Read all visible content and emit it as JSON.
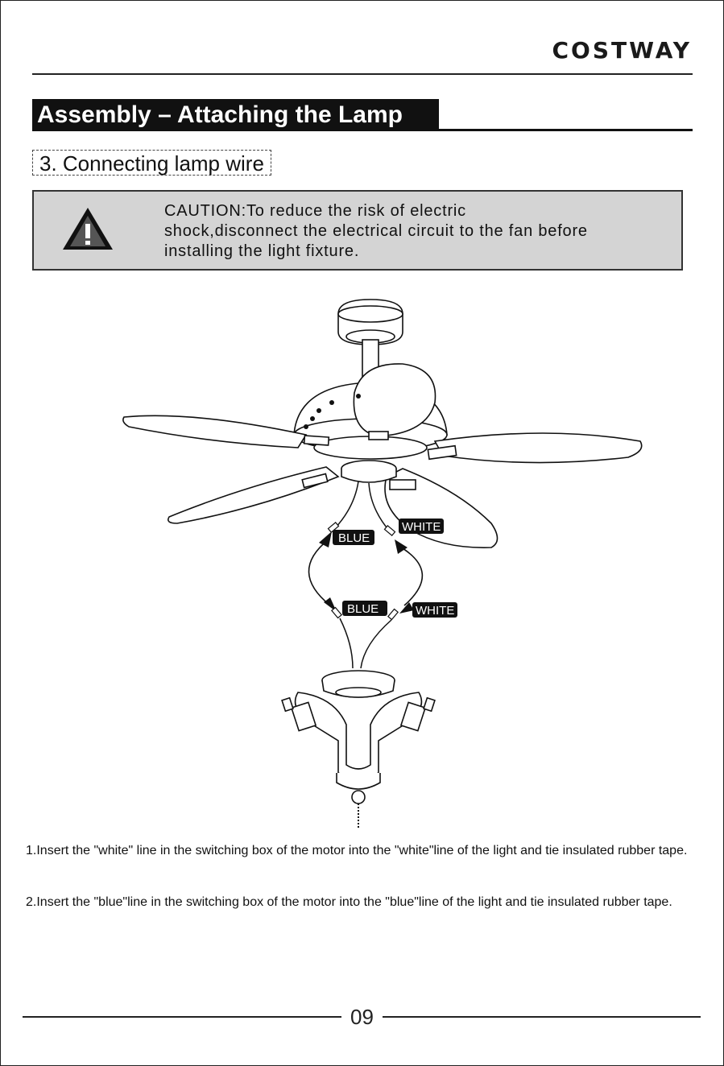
{
  "header": {
    "brand": "COSTWAY"
  },
  "section": {
    "title": "Assembly – Attaching the Lamp"
  },
  "step": {
    "heading": "3. Connecting lamp wire"
  },
  "caution": {
    "text": "CAUTION:To reduce the risk of electric\nshock,disconnect the electrical circuit to the fan before\ninstalling the light fixture."
  },
  "diagram": {
    "fan_labels": {
      "blue": "BLUE",
      "white": "WHITE"
    },
    "light_labels": {
      "blue": "BLUE",
      "white": "WHITE"
    }
  },
  "instructions": [
    "1.Insert the \"white\" line in the switching box of the motor into the \"white\"line of the light and tie insulated rubber tape.",
    "2.Insert the \"blue\"line in the switching box of the motor into the \"blue\"line of the light and tie insulated rubber tape."
  ],
  "footer": {
    "page_number": "09"
  },
  "colors": {
    "caution_bg": "#d4d4d4",
    "section_bar": "#111111"
  }
}
